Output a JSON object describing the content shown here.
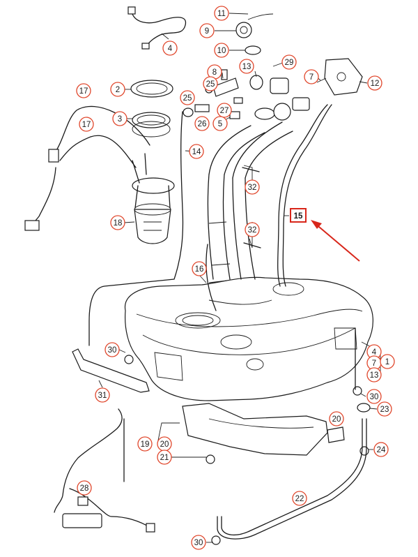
{
  "diagram": {
    "highlight_color": "#d8261a",
    "callout_color": "#e0462b",
    "callouts": {
      "c1": "1",
      "c2": "2",
      "c3": "3",
      "c4a": "4",
      "c4b": "4",
      "c5": "5",
      "c7a": "7",
      "c7b": "7",
      "c8": "8",
      "c9": "9",
      "c10": "10",
      "c11": "11",
      "c12": "12",
      "c13a": "13",
      "c13b": "13",
      "c14": "14",
      "c15": "15",
      "c16": "16",
      "c17a": "17",
      "c17b": "17",
      "c18": "18",
      "c19": "19",
      "c20a": "20",
      "c20b": "20",
      "c21": "21",
      "c22": "22",
      "c23": "23",
      "c24": "24",
      "c25a": "25",
      "c25b": "25",
      "c26": "26",
      "c27": "27",
      "c28": "28",
      "c29": "29",
      "c30a": "30",
      "c30b": "30",
      "c30c": "30",
      "c31": "31",
      "c32a": "32",
      "c32b": "32"
    }
  }
}
